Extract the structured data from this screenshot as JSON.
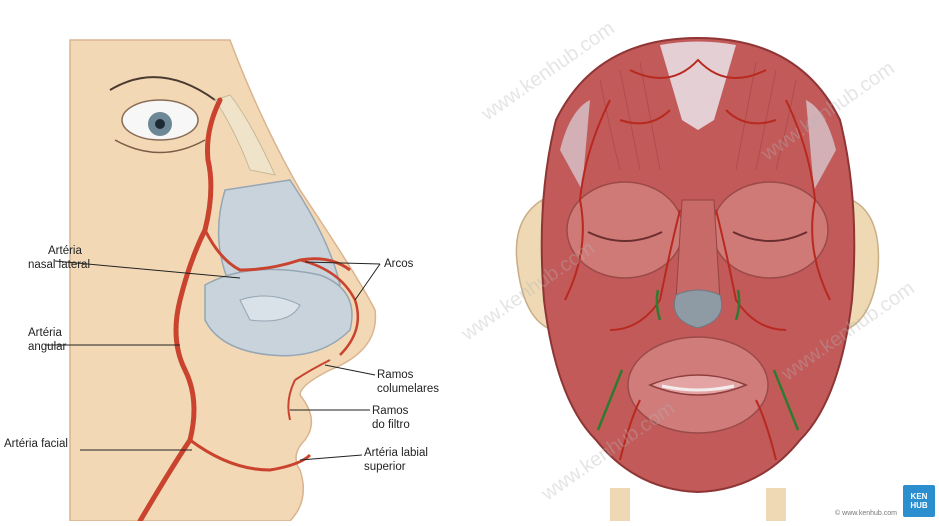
{
  "labels": {
    "nasal_lateral": [
      "Artéria",
      "nasal lateral"
    ],
    "angular": [
      "Artéria",
      "angular"
    ],
    "facial": "Artéria facial",
    "arcos": "Arcos",
    "columelares": [
      "Ramos",
      "columelares"
    ],
    "filtro": [
      "Ramos",
      "do filtro"
    ],
    "labial": [
      "Artéria labial",
      "superior"
    ]
  },
  "watermark": "www.kenhub.com",
  "credit": "© www.kenhub.com",
  "logo": [
    "KEN",
    "HUB"
  ],
  "colors": {
    "skin": "#f3d8b6",
    "artery": "#c9432e",
    "cartilage": "#c8d3dc",
    "muscle": "#c25a5a",
    "nerve": "#2f7a2f",
    "logo": "#2a8ecf"
  }
}
